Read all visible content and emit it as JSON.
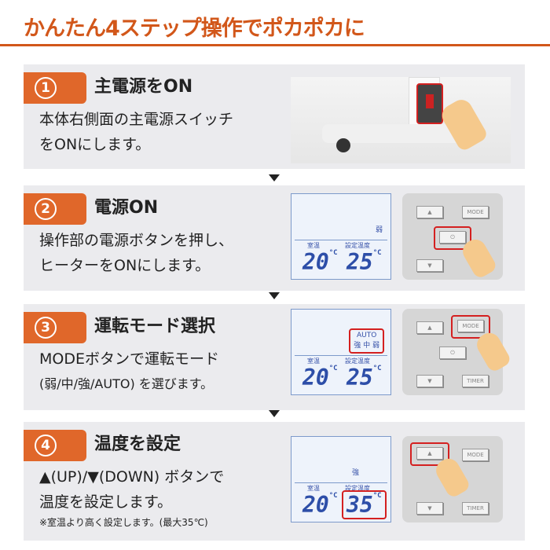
{
  "title": "かんたん4ステップ操作でポカポカに",
  "colors": {
    "accent": "#e0672a",
    "panel": "#ebebee",
    "lcd_text": "#2d4ea8",
    "highlight": "#d42020"
  },
  "steps": [
    {
      "num": "1",
      "heading": "主電源をON",
      "desc": [
        "本体右側面の主電源スイッチ",
        "をONにします。"
      ]
    },
    {
      "num": "2",
      "heading": "電源ON",
      "desc": [
        "操作部の電源ボタンを押し、",
        "ヒーターをONにします。"
      ],
      "lcd": {
        "mode": "弱",
        "room_label": "室温",
        "set_label": "設定温度",
        "room": "20",
        "set": "25",
        "unit": "°C"
      }
    },
    {
      "num": "3",
      "heading": "運転モード選択",
      "desc": [
        "MODEボタンで運転モード",
        "(弱/中/強/AUTO) を選びます。"
      ],
      "lcd": {
        "mode": "AUTO",
        "mode2": "強 中 弱",
        "room_label": "室温",
        "set_label": "設定温度",
        "room": "20",
        "set": "25",
        "unit": "°C"
      }
    },
    {
      "num": "4",
      "heading": "温度を設定",
      "desc": [
        "▲(UP)/▼(DOWN) ボタンで",
        "温度を設定します。"
      ],
      "note": "※室温より高く設定します。(最大35℃)",
      "lcd": {
        "mode": "強",
        "room_label": "室温",
        "set_label": "設定温度",
        "room": "20",
        "set": "35",
        "unit": "°C"
      }
    }
  ],
  "controls": {
    "up": "▲",
    "down": "▼",
    "mode": "MODE",
    "power": "⏻",
    "timer": "TIMER"
  }
}
